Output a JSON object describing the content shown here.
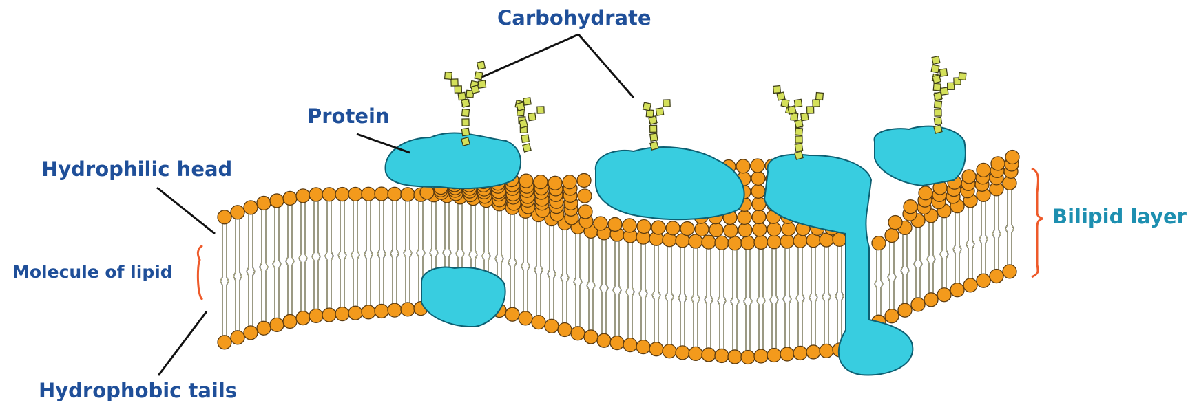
{
  "labels": {
    "carbohydrate": "Carbohydrate",
    "protein": "Protein",
    "hydrophilic_head": "Hydrophilic head",
    "molecule_of_lipid": "Molecule of lipid",
    "hydrophobic_tails": "Hydrophobic tails",
    "bilipid_layer": "Bilipid layer"
  },
  "colors": {
    "label_text": "#1f4f99",
    "bilipid_label": "#1d8fb0",
    "lipid_head": "#f39a1c",
    "lipid_tail": "#e8e6a8",
    "protein": "#38cde0",
    "carbohydrate": "#d4e05a",
    "bracket": "#ee5a2a",
    "leader_line": "#111111"
  }
}
